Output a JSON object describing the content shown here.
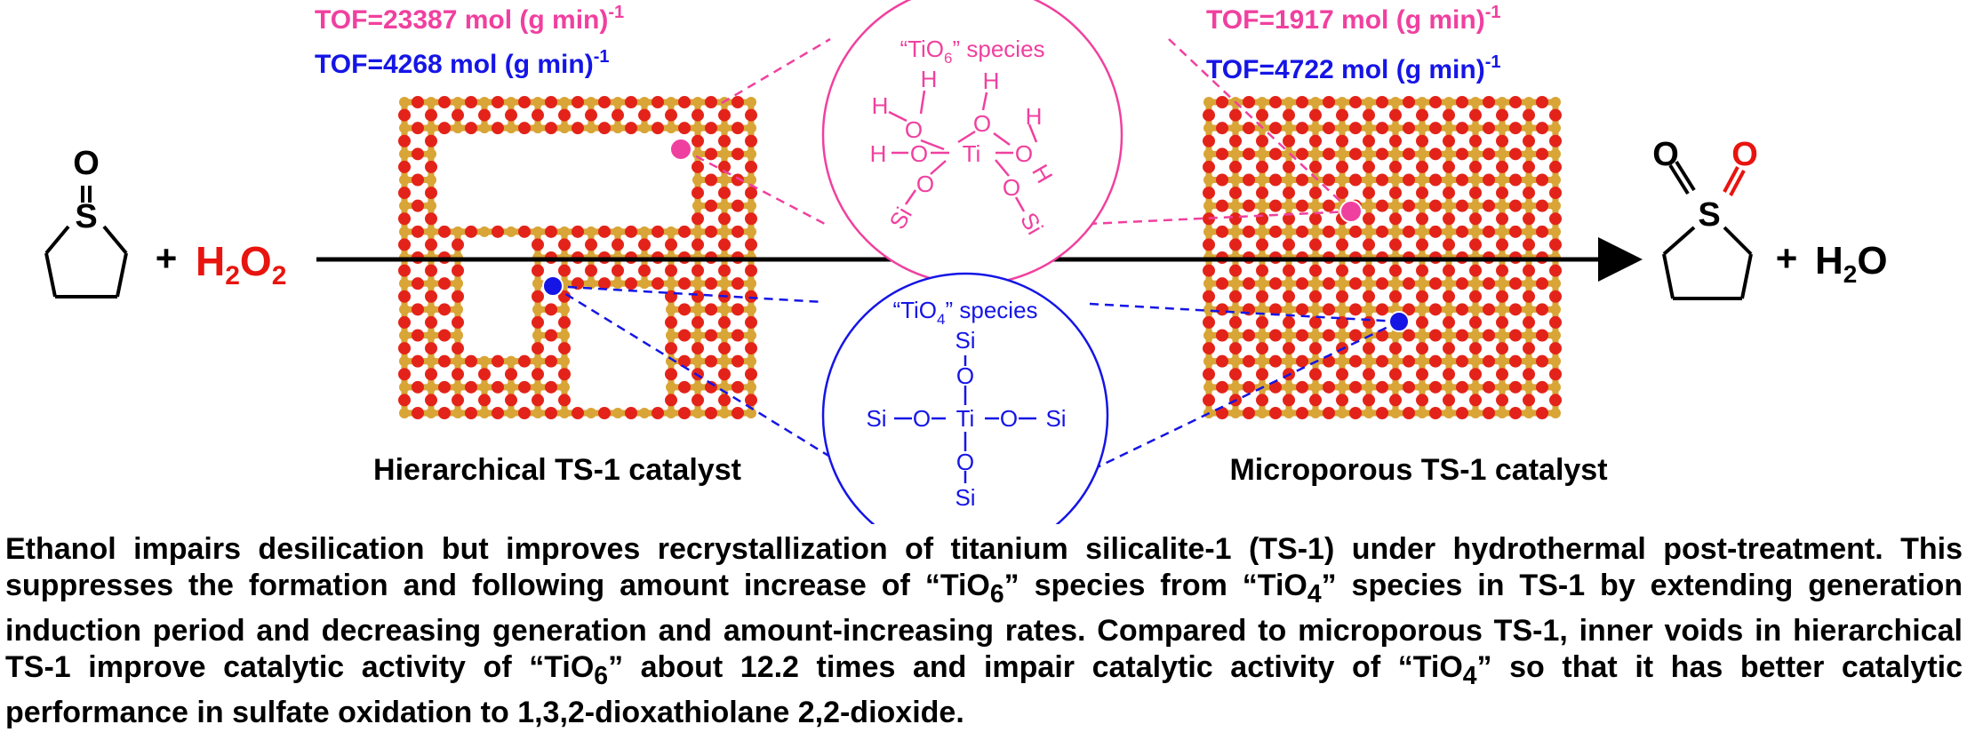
{
  "colors": {
    "pink": "#f0409f",
    "blue": "#1515e6",
    "red": "#e8140f",
    "oxygen": "#e3231a",
    "silicon": "#d8a536",
    "black": "#000000"
  },
  "reaction": {
    "reactant_atoms": {
      "sulfur": "S",
      "oxygen": "O"
    },
    "plus_1": "+",
    "oxidant": {
      "h": "H",
      "h_sub": "2",
      "o": "O",
      "o_sub": "2"
    },
    "product_atoms": {
      "sulfur": "S",
      "oxygen_1": "O",
      "oxygen_2": "O"
    },
    "plus_2": "+",
    "byproduct": {
      "h": "H",
      "h_sub": "2",
      "o": "O"
    }
  },
  "left_catalyst": {
    "label": "Hierarchical TS-1 catalyst",
    "tof_pink": {
      "text": "TOF=23387 mol (g min)",
      "sup": "-1"
    },
    "tof_blue": {
      "text": "TOF=4268 mol (g min)",
      "sup": "-1"
    }
  },
  "right_catalyst": {
    "label": "Microporous TS-1 catalyst",
    "tof_pink": {
      "text": "TOF=1917 mol (g min)",
      "sup": "-1"
    },
    "tof_blue": {
      "text": "TOF=4722 mol (g min)",
      "sup": "-1"
    }
  },
  "tio6": {
    "title_pre": "“TiO",
    "title_sub": "6",
    "title_post": "” species",
    "atoms": {
      "ti": "Ti",
      "o": "O",
      "h": "H",
      "si": "Si"
    }
  },
  "tio4": {
    "title_pre": "“TiO",
    "title_sub": "4",
    "title_post": "” species",
    "atoms": {
      "ti": "Ti",
      "o": "O",
      "si": "Si"
    }
  },
  "caption": [
    "Ethanol impairs desilication but improves recrystallization of titanium silicalite-1 (TS-1) under hydrothermal post-treatment. This suppresses the formation and following amount increase of “TiO",
    "6",
    "” species from “TiO",
    "4",
    "” species in TS-1 by extending generation induction period and decreasing generation and amount-increasing rates. Compared to microporous TS-1, inner voids in hierarchical TS-1 improve catalytic activity of “TiO",
    "6",
    "” about 12.2 times and impair catalytic activity of “TiO",
    "4",
    "” so that it has better catalytic performance in sulfate oxidation to 1,3,2-dioxathiolane 2,2-dioxide."
  ]
}
